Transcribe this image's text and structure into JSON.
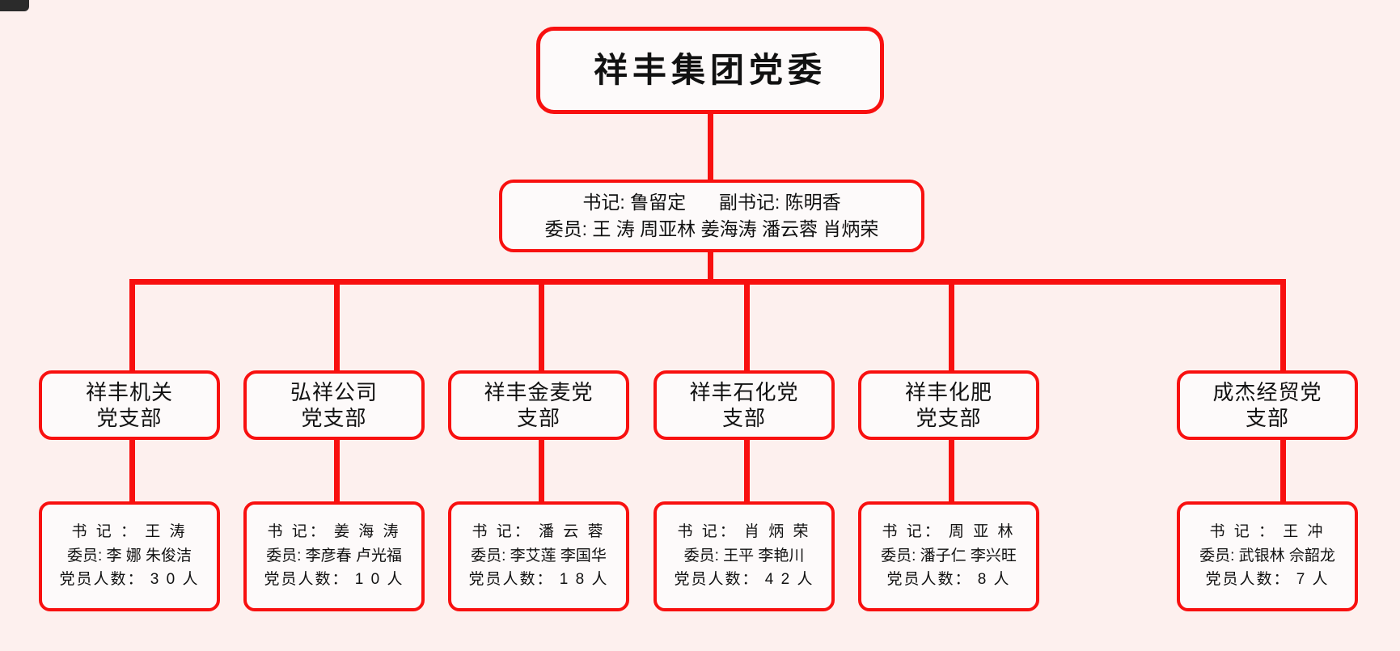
{
  "theme": {
    "accent": "#f8100f",
    "background": "#fdf0ee",
    "box_fill": "#fdfafa",
    "text": "#111111"
  },
  "root": {
    "title": "祥丰集团党委"
  },
  "committee": {
    "line1_secretary_label": "书记:",
    "line1_secretary_name": "鲁留定",
    "line1_deputy_label": "副书记:",
    "line1_deputy_name": "陈明香",
    "line2": "委员: 王 涛 周亚林 姜海涛 潘云蓉 肖炳荣"
  },
  "branches": [
    {
      "name": "祥丰机关\n党支部",
      "secretary": "书 记 ： 王 涛",
      "members": "委员: 李 娜 朱俊洁",
      "count": "党员人数： 3 0 人"
    },
    {
      "name": "弘祥公司\n党支部",
      "secretary": "书 记： 姜 海 涛",
      "members": "委员: 李彦春 卢光福",
      "count": "党员人数： 1 0 人"
    },
    {
      "name": "祥丰金麦党\n支部",
      "secretary": "书 记： 潘 云 蓉",
      "members": "委员: 李艾莲 李国华",
      "count": "党员人数： 1 8 人"
    },
    {
      "name": "祥丰石化党\n支部",
      "secretary": "书 记： 肖 炳 荣",
      "members": "委员: 王平 李艳川",
      "count": "党员人数： 4 2 人"
    },
    {
      "name": "祥丰化肥\n党支部",
      "secretary": "书 记： 周 亚 林",
      "members": "委员: 潘子仁 李兴旺",
      "count": "党员人数： 8 人"
    },
    {
      "name": "成杰经贸党\n支部",
      "secretary": "书 记 ： 王 冲",
      "members": "委员: 武银林 佘韶龙",
      "count": "党员人数： 7 人"
    }
  ]
}
